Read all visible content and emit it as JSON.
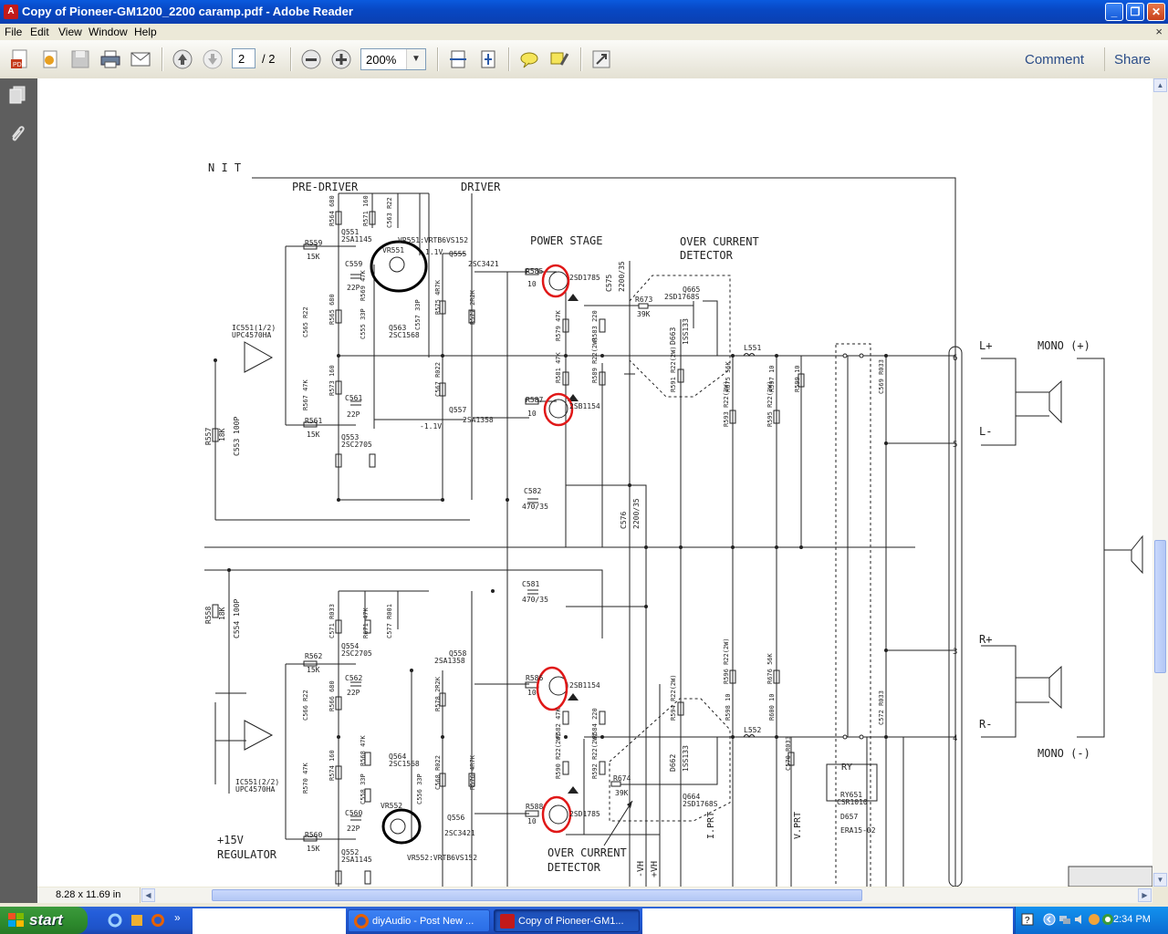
{
  "window": {
    "title": "Copy of Pioneer-GM1200_2200 caramp.pdf - Adobe Reader",
    "app_icon": "adobe-reader-icon",
    "controls": [
      "minimize-icon",
      "restore-icon",
      "close-icon"
    ]
  },
  "menu": {
    "items": [
      "File",
      "Edit",
      "View",
      "Window",
      "Help"
    ],
    "close_glyph": "×"
  },
  "toolbar": {
    "current_page": "2",
    "page_total": "/ 2",
    "zoom": "200%",
    "comment_label": "Comment",
    "share_label": "Share",
    "icons": [
      "create-pdf-icon",
      "edit-icon",
      "save-icon",
      "print-icon",
      "email-icon",
      "previous-page-icon",
      "next-page-icon",
      "zoom-out-icon",
      "zoom-in-icon",
      "fit-width-icon",
      "fit-page-icon",
      "comment-bubble-icon",
      "highlight-icon",
      "full-screen-icon"
    ]
  },
  "nav_pane": {
    "icons": [
      "pages-icon",
      "attachments-icon"
    ]
  },
  "status": {
    "doc_size": "8.28 x 11.69 in"
  },
  "schematic": {
    "section_labels": {
      "unit": "N I T",
      "pre_driver": "PRE-DRIVER",
      "driver": "DRIVER",
      "power_stage": "POWER STAGE",
      "over_current_detector_top_1": "OVER CURRENT",
      "over_current_detector_top_2": "DETECTOR",
      "over_current_detector_bottom_1": "OVER CURRENT",
      "over_current_detector_bottom_2": "DETECTOR",
      "regulator_1": "+15V",
      "regulator_2": "REGULATOR",
      "minus_vh": "-VH",
      "plus_vh": "+VH",
      "i_prt": "I.PRT",
      "v_prt": "V.PRT"
    },
    "speaker_labels": {
      "l_plus": "L+",
      "l_minus": "L-",
      "mono_plus": "MONO (+)",
      "r_plus": "R+",
      "r_minus": "R-",
      "mono_minus": "MONO (-)"
    },
    "connector_pins": [
      "6",
      "5",
      "4",
      "3"
    ],
    "components": {
      "ic_top": "IC551(1/2)",
      "ic_top_part": "UPC4570HA",
      "ic_bot": "IC551(2/2)",
      "ic_bot_part": "UPC4570HA",
      "q551": "Q551",
      "q551_part": "2SA1145",
      "q553": "Q553",
      "q553_part": "2SC2705",
      "q555": "Q555",
      "q555_part": "2SC3421",
      "q557": "Q557",
      "q557_part": "2SA1358",
      "q563": "Q563",
      "q563_part": "2SC1568",
      "q665": "Q665",
      "q665_part": "2SD1768S",
      "q554": "Q554",
      "q554_part": "2SC2705",
      "q558": "Q558",
      "q558_part": "2SA1358",
      "q564": "Q564",
      "q564_part": "2SC1568",
      "q552": "Q552",
      "q552_part": "2SA1145",
      "q556": "Q556",
      "q556_part": "2SC3421",
      "q664": "Q664",
      "q664_part": "2SD1768S",
      "pwr_top1": "2SD1785",
      "pwr_top2": "2SB1154",
      "pwr_bot1": "2SB1154",
      "pwr_bot2": "2SD1785",
      "vr551": "VR551",
      "vr551_part": "VR551:VRTB6VS152",
      "vr552": "VR552",
      "vr552_part": "VR552:VRTB6VS152",
      "r559": "R559",
      "r559_v": "15K",
      "r561": "R561",
      "r561_v": "15K",
      "r562": "R562",
      "r562_v": "15K",
      "r560": "R560",
      "r560_v": "15K",
      "r557": "R557",
      "r557_v": "18K",
      "r558": "R558",
      "r558_v": "18K",
      "c553": "C553",
      "c553_v": "100P",
      "c554": "C554",
      "c554_v": "100P",
      "c582": "C582",
      "c582_v": "470/35",
      "c581": "C581",
      "c581_v": "470/35",
      "c576": "C576",
      "c576_v": "2200/35",
      "c575": "C575",
      "c575_v": "2200/35",
      "r673": "R673",
      "r673_v": "39K",
      "r674": "R674",
      "r674_v": "39K",
      "l551": "L551",
      "l552": "L552",
      "d663": "D663",
      "d663_v": "1SS133",
      "d662": "D662",
      "d662_v": "1SS133",
      "ry651": "RY651",
      "ry651_part": "CSR1010",
      "ry_box": "RY",
      "d657": "D657",
      "d657_part": "ERA15-02",
      "r585": "R585",
      "r585_v": "10",
      "r587": "R587",
      "r587_v": "10",
      "r586": "R586",
      "r586_v": "10",
      "r588": "R588",
      "r588_v": "10",
      "bias_top": "-1.1V",
      "bias_top2": "1.1V",
      "c559": "C559",
      "c559_v": "22P",
      "c561": "C561",
      "c561_v": "22P",
      "c562": "C562",
      "c562_v": "22P",
      "c560": "C560",
      "c560_v": "22P",
      "r_values": [
        "R564 680",
        "R571 160",
        "C563 R22",
        "R565 680",
        "R573 160",
        "C565 R22",
        "R567 47K",
        "R569 47K",
        "C555 33P",
        "C557 33P",
        "R575 4R7K",
        "R577 2R2K",
        "C567 R022",
        "R579 47K",
        "R583 220",
        "R581 47K",
        "R589 R22(2W)",
        "R591 R22(2W)",
        "R593 R22(2W)",
        "R595 R22(2W)",
        "R675 56K",
        "R597 10",
        "R599 10",
        "C569 R033",
        "C571 R033",
        "R671 47K",
        "C577 R001",
        "R566 680",
        "R574 160",
        "C566 R22",
        "R570 47K",
        "R568 47K",
        "C558 33P",
        "C556 33P",
        "R578 2R2K",
        "R576 4R7K",
        "C568 R022",
        "R582 47K",
        "R584 220",
        "R590 R22(2W)",
        "R592 R22(2W)",
        "R594 R22(2W)",
        "R596 R22(2W)",
        "R676 56K",
        "R598 10",
        "R600 10",
        "C570 R033",
        "C572 R033",
        "R672 47K",
        "C578 R001"
      ]
    }
  },
  "taskbar": {
    "start_label": "start",
    "tasks": [
      {
        "label": "diyAudio - Post New ...",
        "icon": "firefox-icon"
      },
      {
        "label": "Copy of Pioneer-GM1...",
        "icon": "adobe-reader-icon"
      }
    ],
    "quick_launch": [
      "ie-icon",
      "media-icon",
      "firefox-icon"
    ],
    "overflow_glyph": "»",
    "clock": "2:34 PM"
  }
}
